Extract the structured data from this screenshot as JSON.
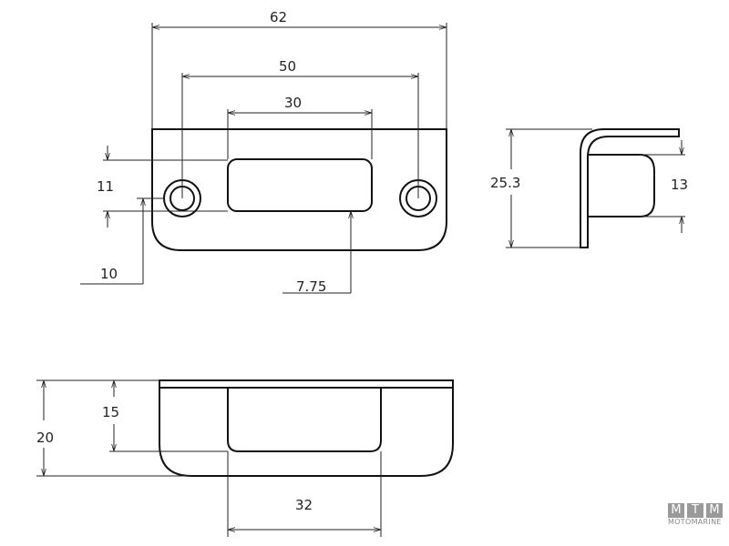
{
  "dimensions": {
    "overall_length": "62",
    "hole_spacing": "50",
    "slot_length": "30",
    "slot_height": "11",
    "hole_offset": "10",
    "slot_offset": "7.75",
    "side_height": "25.3",
    "side_pocket": "13",
    "bottom_height": "20",
    "pocket_depth": "15",
    "pocket_width": "32"
  },
  "logo": {
    "letters": [
      "M",
      "T",
      "M"
    ],
    "name": "MOTOMARINE"
  },
  "colors": {
    "line": "#222222",
    "logo": "#9a9a9a"
  }
}
